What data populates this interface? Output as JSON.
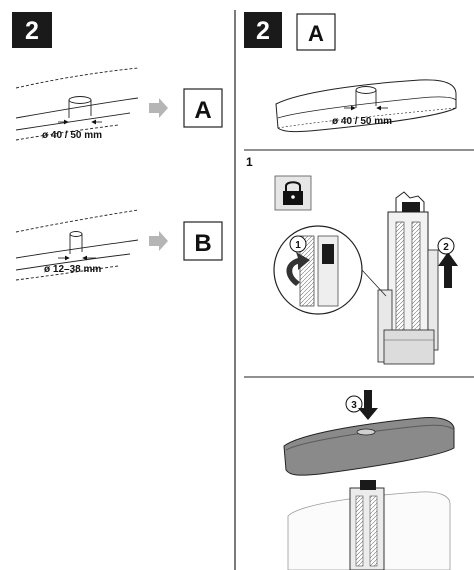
{
  "left": {
    "step_number": "2",
    "option_a": {
      "diameter_label": "ø 40 / 50 mm",
      "result_letter": "A"
    },
    "option_b": {
      "diameter_label": "ø 12–38 mm",
      "result_letter": "B"
    }
  },
  "right": {
    "step_number": "2",
    "step_letter": "A",
    "diameter_label": "ø 40 / 50 mm",
    "substep_number": "1",
    "callout_1": "1",
    "callout_2": "2",
    "callout_3": "3",
    "icons": [
      "lock-icon",
      "rotate-arrow-icon",
      "lift-arrow-icon",
      "press-down-arrow-icon"
    ],
    "colors": {
      "badge_bg": "#1a1a1a",
      "lid": "#8a8a8a",
      "arrow_grey": "#b5b5b5"
    }
  }
}
